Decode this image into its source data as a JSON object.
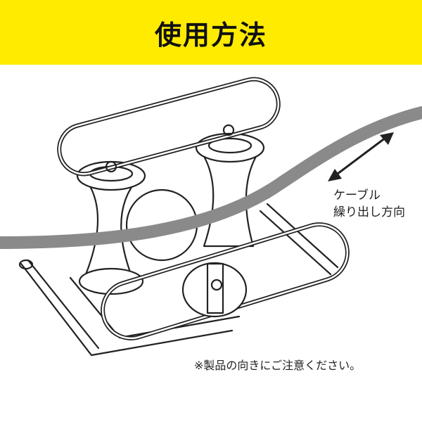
{
  "header": {
    "title": "使用方法"
  },
  "diagram": {
    "direction_label_line1": "ケーブル",
    "direction_label_line2": "繰り出し方向",
    "note": "※製品の向きにご注意ください。",
    "colors": {
      "header_bg": "#ffeb00",
      "cable": "#8a8a8a",
      "line": "#222222"
    }
  }
}
